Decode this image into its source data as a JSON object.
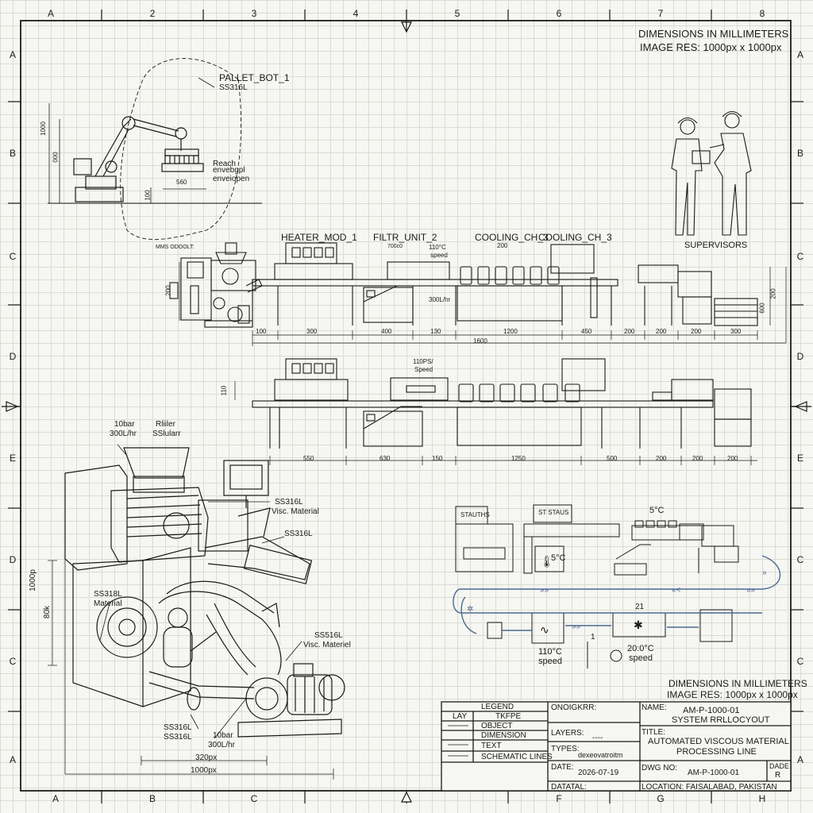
{
  "zones": {
    "top": [
      "A",
      "2",
      "3",
      "4",
      "5",
      "6",
      "7",
      "8"
    ],
    "bottom": [
      "A",
      "B",
      "C",
      "",
      "",
      "F",
      "G",
      "H"
    ],
    "left": [
      "A",
      "B",
      "C",
      "D",
      "E",
      "D",
      "C",
      "A"
    ],
    "right": [
      "A",
      "B",
      "C",
      "D",
      "E",
      "C",
      "C",
      "A"
    ]
  },
  "header": {
    "dims_line1": "DIMENSIONS IN MILLIMETERS",
    "dims_line2": "IMAGE RES: 1000px x 1000px"
  },
  "robot": {
    "label1": "PALLET_BOT_1",
    "label2": "SS316L",
    "reach1": "Reach",
    "reach2": "envebgpl",
    "reach3": "enveiopen",
    "dim_h1": "1000",
    "dim_h2": "000",
    "dim_w": "560",
    "dim_small": "100"
  },
  "supervisors": {
    "label": "SUPERVISORS"
  },
  "line1": {
    "left_label": "MMS ODOOLT:",
    "heater": "HEATER_MOD_1",
    "filter": "FILTR_UNIT_2",
    "cool1": "COOLING_CH_3",
    "cool2": "COOLING_CH_3",
    "speed1": "110°C",
    "speed2": "speed",
    "filter_dim": "700c0",
    "cool_dim": "200",
    "flow": "300L/hr",
    "side_dim": "200",
    "right_h1": "200",
    "right_h2": "600",
    "dims": [
      "100",
      "300",
      "400",
      "130",
      "1200",
      "450",
      "200",
      "200",
      "200",
      "300"
    ],
    "total": "1600"
  },
  "line2": {
    "speed1": "110PS/",
    "speed2": "Speed",
    "side_dim": "110",
    "dims": [
      "550",
      "630",
      "150",
      "1250",
      "500",
      "200",
      "200",
      "200"
    ]
  },
  "pump": {
    "top1": "10bar",
    "top2": "300L/hr",
    "top3": "Rliiler",
    "top4": "SSlularr",
    "lbl1a": "SS316L",
    "lbl1b": "Visc. Material",
    "lbl2": "SS316L",
    "lbl3a": "SS318L",
    "lbl3b": "Material",
    "lbl4a": "SS516L",
    "lbl4b": "Visc. Materiel",
    "lbl5a": "SS316L",
    "lbl5b": "SS316L",
    "lbl6a": "10bar",
    "lbl6b": "300L/hr",
    "dim_v1": "1000p",
    "dim_v2": "80k",
    "dim_w1": "320px",
    "dim_w2": "1000px"
  },
  "schematic": {
    "status1": "STAUTHS",
    "status2": "ST STAUS",
    "temp1": "5°C",
    "temp2": "5°C",
    "temp3a": "110°C",
    "temp3b": "speed",
    "temp4a": "20:0°C",
    "temp4b": "speed",
    "num1": "21",
    "num2": "1"
  },
  "footer_dims": {
    "line1": "DIMENSIONS IN MILLIMETERS",
    "line2": "IMAGE RES: 1000px x 1000px"
  },
  "title_block": {
    "legend_title": "LEGEND",
    "legend_col1": "LAY",
    "legend_col2": "TKFPE",
    "legend_items": [
      "OBJECT",
      "DIMENSION",
      "TEXT",
      "SCHEMATIC LINES"
    ],
    "creator_label": "ONOIGKRR:",
    "layers_label": "LAYERS:",
    "layers_value": "----",
    "types_label": "TYPES:",
    "types_value": "dexeovatroitm",
    "date_label": "DATE:",
    "date_value": "2026-07-19",
    "datatal_label": "DATATAL:",
    "name_label": "NAME:",
    "name_value1": "AM-P-1000-01",
    "name_value2": "SYSTEM RRLLOCYOUT",
    "title_label": "TITLE:",
    "title_value1": "AUTOMATED VISCOUS MATERIAL",
    "title_value2": "PROCESSING LINE",
    "dwg_label": "DWG NO:",
    "dwg_value": "AM-P-1000-01",
    "rev_label": "DADE",
    "rev_value": "R",
    "location": "LOCATION: FAISALABAD, PAKISTAN"
  }
}
